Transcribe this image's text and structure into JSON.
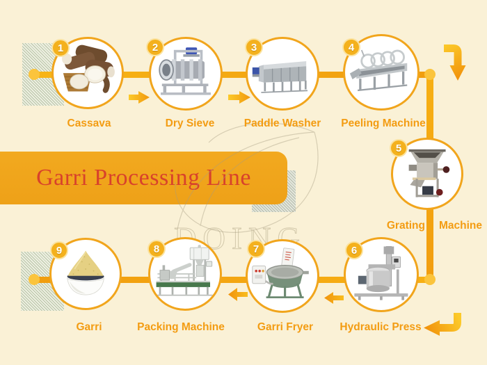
{
  "title": {
    "text": "Garri Processing Line"
  },
  "watermark": {
    "text": "DOING"
  },
  "steps": [
    {
      "number": "1",
      "label": "Cassava",
      "image": "cassava-roots"
    },
    {
      "number": "2",
      "label": "Dry Sieve",
      "image": "dry-sieve-machine"
    },
    {
      "number": "3",
      "label": "Paddle Washer",
      "image": "paddle-washer-machine"
    },
    {
      "number": "4",
      "label": "Peeling Machine",
      "image": "peeling-machine"
    },
    {
      "number": "5",
      "label": "Grating Machine",
      "label_left": "Grating",
      "label_right": "Machine",
      "image": "grating-machine"
    },
    {
      "number": "6",
      "label": "Hydraulic Press",
      "image": "hydraulic-press-machine"
    },
    {
      "number": "7",
      "label": "Garri Fryer",
      "image": "garri-fryer-machine"
    },
    {
      "number": "8",
      "label": "Packing Machine",
      "image": "packing-machine"
    },
    {
      "number": "9",
      "label": "Garri",
      "image": "garri-bowl"
    }
  ],
  "colors": {
    "background": "#faf1d6",
    "banner": "#f0a51c",
    "title_red": "#d8422b",
    "label_orange": "#f39c12",
    "circle_border": "#f1a51c",
    "connector_orange": "#f4a412",
    "node_dot_yellow": "#fbc43c",
    "badge_yellow": "#f4b11d",
    "hatch_green": "#b7c3a6"
  }
}
